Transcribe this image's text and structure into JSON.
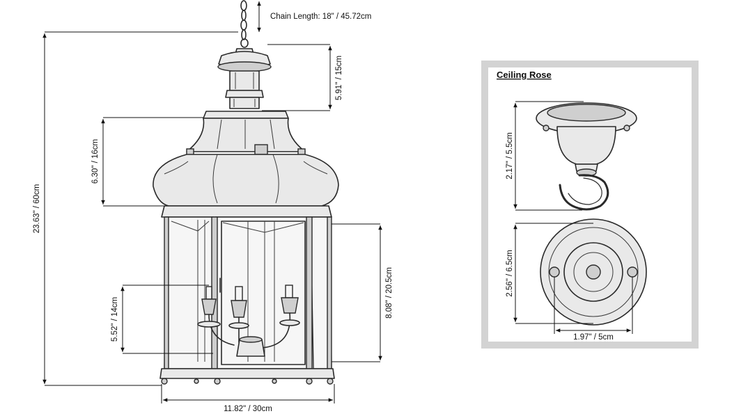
{
  "lantern": {
    "chain_length": "Chain Length: 18\" / 45.72cm",
    "total_height": "23.63\" / 60cm",
    "top_fitting_height": "5.91\" / 15cm",
    "canopy_height": "6.30\" / 16cm",
    "body_height": "8.08\" / 20.5cm",
    "candle_height": "5.52\" / 14cm",
    "width": "11.82\" / 30cm"
  },
  "ceiling_rose": {
    "title": "Ceiling Rose",
    "height": "2.17\" / 5.5cm",
    "diameter": "2.56\" / 6.5cm",
    "hole_spacing": "1.97\" / 5cm"
  },
  "colors": {
    "ink": "#2a2a2a",
    "panel_border": "#d3d3d3"
  }
}
